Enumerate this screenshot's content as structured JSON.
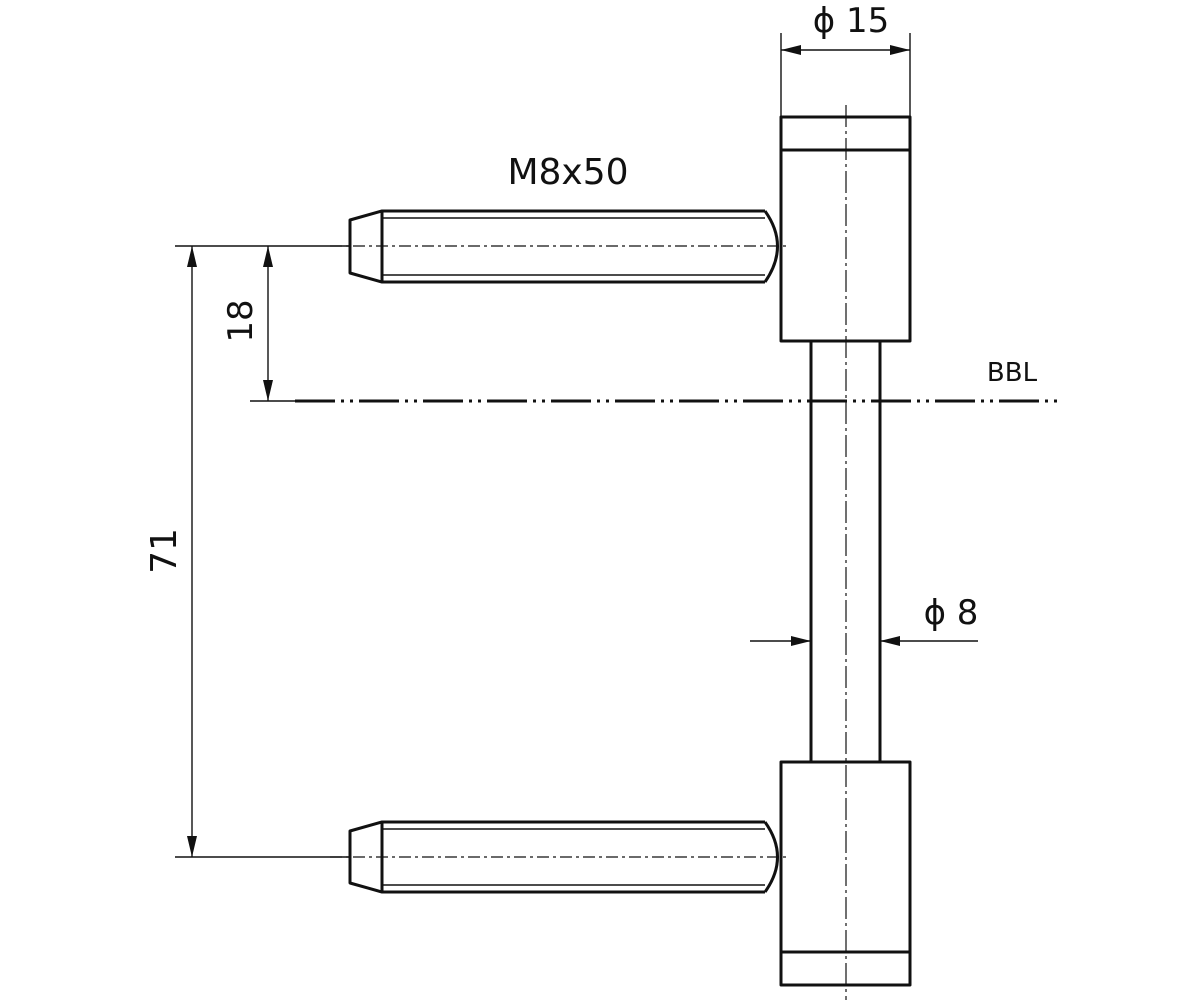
{
  "dimensions": {
    "pin_head_diameter": "ϕ 15",
    "pin_shaft_diameter": "ϕ 8",
    "bolt_thread": "M8x50",
    "bolt_spacing": "71",
    "bolt_to_bbl": "18"
  },
  "reference_line": {
    "label": "BBL"
  }
}
